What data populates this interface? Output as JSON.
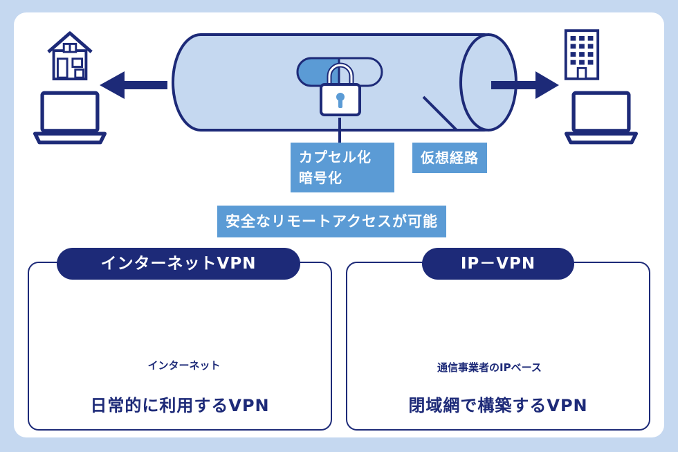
{
  "top": {
    "encapsulation_label_line1": "カプセル化",
    "encapsulation_label_line2": "暗号化",
    "virtual_path_label": "仮想経路",
    "remote_access_label": "安全なリモートアクセスが可能"
  },
  "internet_vpn": {
    "title": "インターネットVPN",
    "cloud_label": "インターネット",
    "caption": "日常的に利用するVPN"
  },
  "ip_vpn": {
    "title": "IP－VPN",
    "cloud_label": "通信事業者のIPベース",
    "caption": "閉域網で構築するVPN"
  },
  "colors": {
    "navy": "#1d2a78",
    "tube_fill": "#c5d8f0",
    "label_blue": "#5b9bd5",
    "pink_cloud": "#f7d3d8",
    "yellow_cloud": "#fcefa9",
    "light_icon": "#6fa8dc"
  },
  "icons": [
    "house-icon",
    "office-building-icon",
    "laptop-icon",
    "padlock-icon",
    "arrow-left-icon",
    "arrow-right-icon",
    "tunnel-pipe"
  ]
}
